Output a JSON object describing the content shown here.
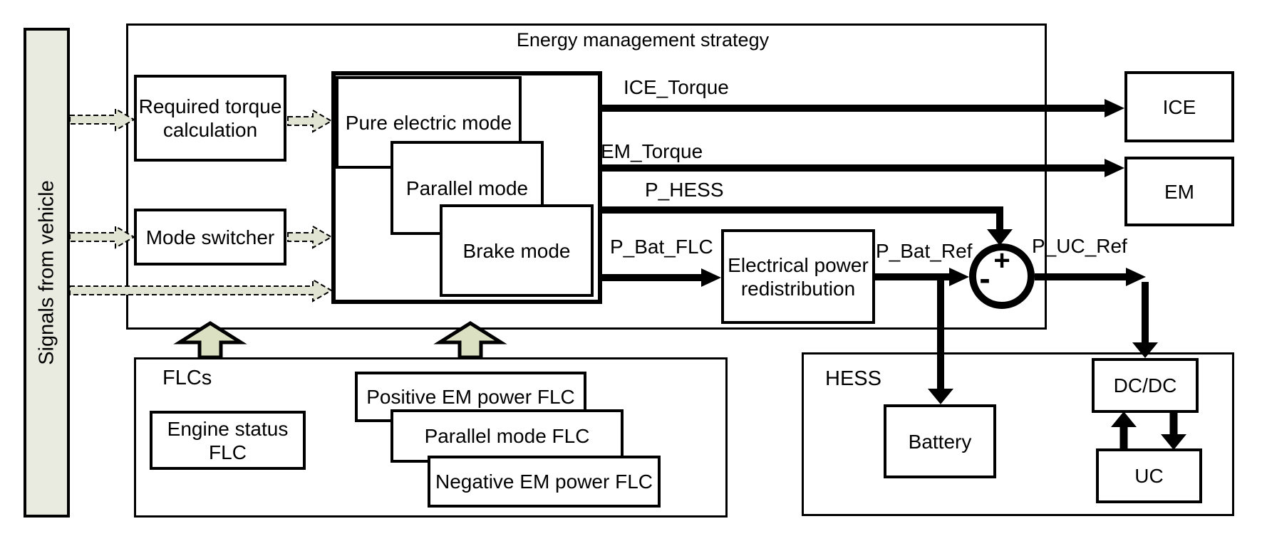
{
  "colors": {
    "bar_fill": "#e9eae0",
    "dashed_arrow_fill": "#e1e4d3",
    "block_arrow_fill": "#dce0c2",
    "line": "#000000",
    "box_fill": "#ffffff"
  },
  "signals_bar": {
    "label": "Signals from vehicle"
  },
  "ems": {
    "title": "Energy management strategy",
    "blocks": {
      "required_torque": {
        "line1": "Required torque",
        "line2": "calculation"
      },
      "mode_switcher": {
        "label": "Mode switcher"
      },
      "pure_electric": {
        "label": "Pure electric mode"
      },
      "parallel": {
        "label": "Parallel mode"
      },
      "brake": {
        "label": "Brake mode"
      },
      "power_redistribution": {
        "line1": "Electrical power",
        "line2": "redistribution"
      }
    },
    "signals": {
      "ice_torque": "ICE_Torque",
      "em_torque": "EM_Torque",
      "p_hess": "P_HESS",
      "p_bat_flc": "P_Bat_FLC",
      "p_bat_ref": "P_Bat_Ref",
      "p_uc_ref": "P_UC_Ref"
    },
    "summing_junction": {
      "plus": "+",
      "minus": "-"
    }
  },
  "outputs": {
    "ice": "ICE",
    "em": "EM"
  },
  "flcs": {
    "title": "FLCs",
    "engine_status": {
      "line1": "Engine status",
      "line2": "FLC"
    },
    "positive": "Positive EM power FLC",
    "parallel": "Parallel mode FLC",
    "negative": "Negative EM power FLC"
  },
  "hess": {
    "title": "HESS",
    "battery": "Battery",
    "dcdc": "DC/DC",
    "uc": "UC"
  }
}
